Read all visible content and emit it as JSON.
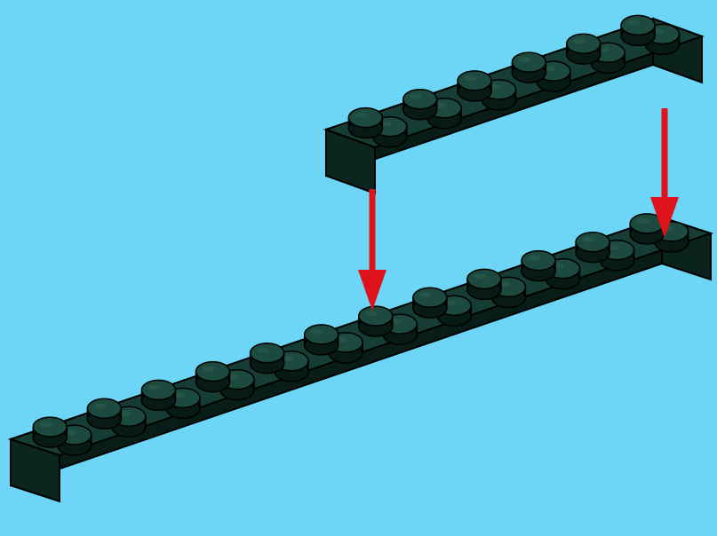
{
  "scene": {
    "background_color": "#6dd6f7",
    "plate_color": "#0c2a22",
    "plate_top_color": "#163d33",
    "plate_side_color": "#081d17",
    "stud_side_color": "#071a15",
    "stud_top_color": "#1d4a3e",
    "arrow_color": "#e0121b"
  },
  "parts": [
    {
      "id": "top-plate",
      "label": "",
      "studs": "2x6"
    },
    {
      "id": "bottom-plate",
      "label": "",
      "studs": "2x12"
    }
  ],
  "arrows": [
    {
      "id": "arrow-left",
      "direction": "down"
    },
    {
      "id": "arrow-right",
      "direction": "down"
    }
  ]
}
